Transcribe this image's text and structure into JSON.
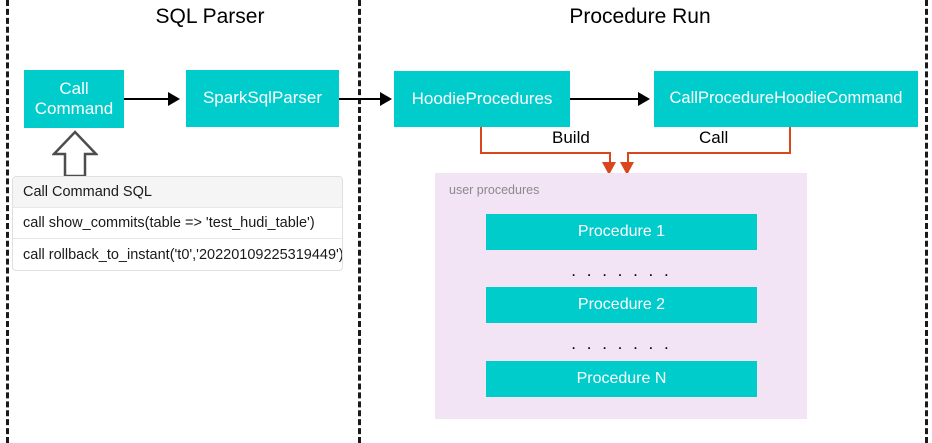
{
  "sections": {
    "left_title": "SQL Parser",
    "right_title": "Procedure Run"
  },
  "boxes": {
    "call_command": "Call\nCommand",
    "call_command_line1": "Call",
    "call_command_line2": "Command",
    "spark_sql_parser": "SparkSqlParser",
    "hoodie_procedures": "HoodieProcedures",
    "call_procedure_hoodie_command": "CallProcedureHoodieCommand"
  },
  "sql_table": {
    "header": "Call Command SQL",
    "rows": [
      "call show_commits(table => 'test_hudi_table')",
      "call rollback_to_instant('t0','20220109225319449')"
    ]
  },
  "connectors": {
    "build_label": "Build",
    "call_label": "Call"
  },
  "procedures_panel": {
    "label": "user procedures",
    "items": [
      "Procedure 1",
      "Procedure 2",
      "Procedure N"
    ],
    "ellipsis": ". . . . . . ."
  },
  "colors": {
    "teal": "#00CCCC",
    "panel_purple": "#F2E4F4",
    "orange": "#D9461E",
    "dash": "#1a1a1a",
    "label_gray": "#8a8a8a"
  }
}
